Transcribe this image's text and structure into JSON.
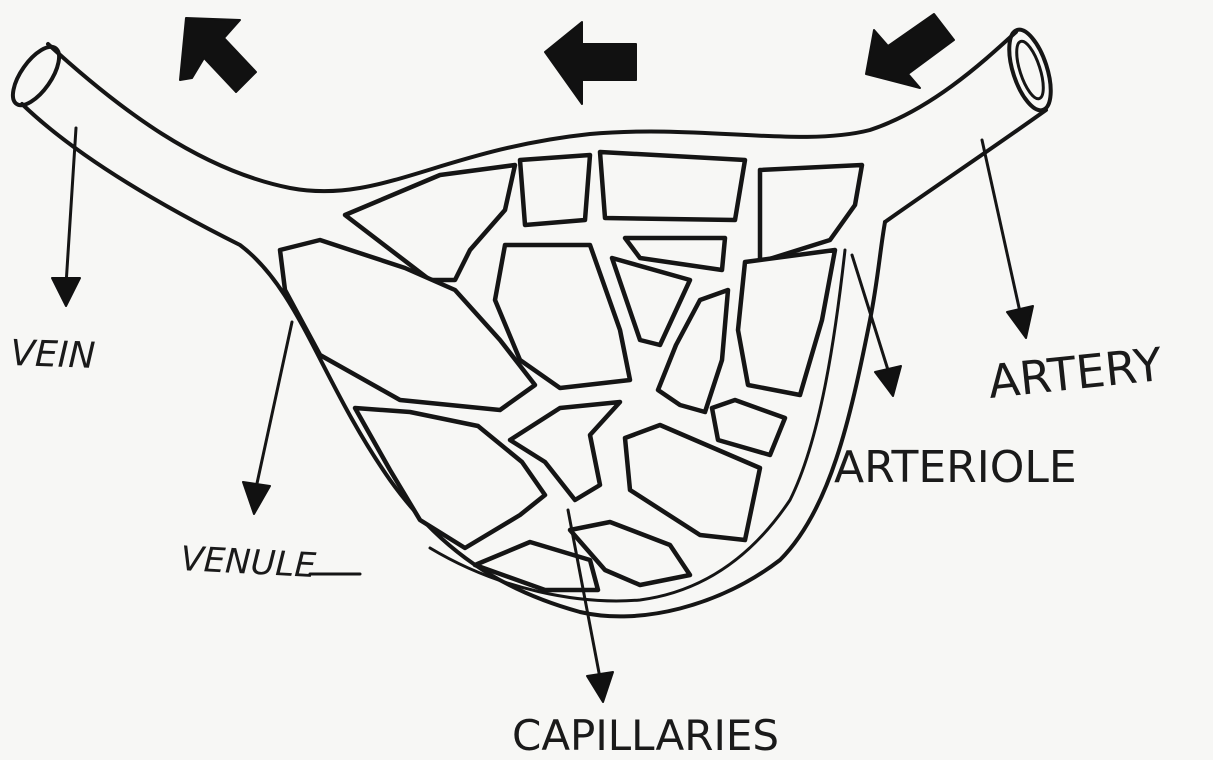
{
  "labels": {
    "vein": "VEIN",
    "venule": "VENULE",
    "capillaries": "CAPILLARIES",
    "arteriole": "ARTERIOLE",
    "artery": "ARTERY"
  },
  "colors": {
    "ink": "#151515",
    "paper": "#f7f7f5"
  },
  "icons": [
    "flow-arrow-up-left-icon",
    "flow-arrow-left-icon",
    "flow-arrow-down-left-icon"
  ]
}
